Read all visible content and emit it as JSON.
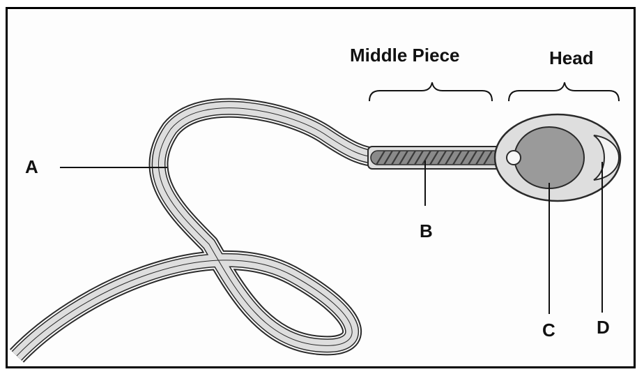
{
  "sections": {
    "middle_piece": "Middle Piece",
    "head": "Head"
  },
  "labels": {
    "a": "A",
    "b": "B",
    "c": "C",
    "d": "D"
  },
  "colors": {
    "cell_fill": "#dedede",
    "nucleus_fill": "#9a9a9a",
    "outline": "#2a2a2a",
    "mitochondria": "#777777"
  }
}
